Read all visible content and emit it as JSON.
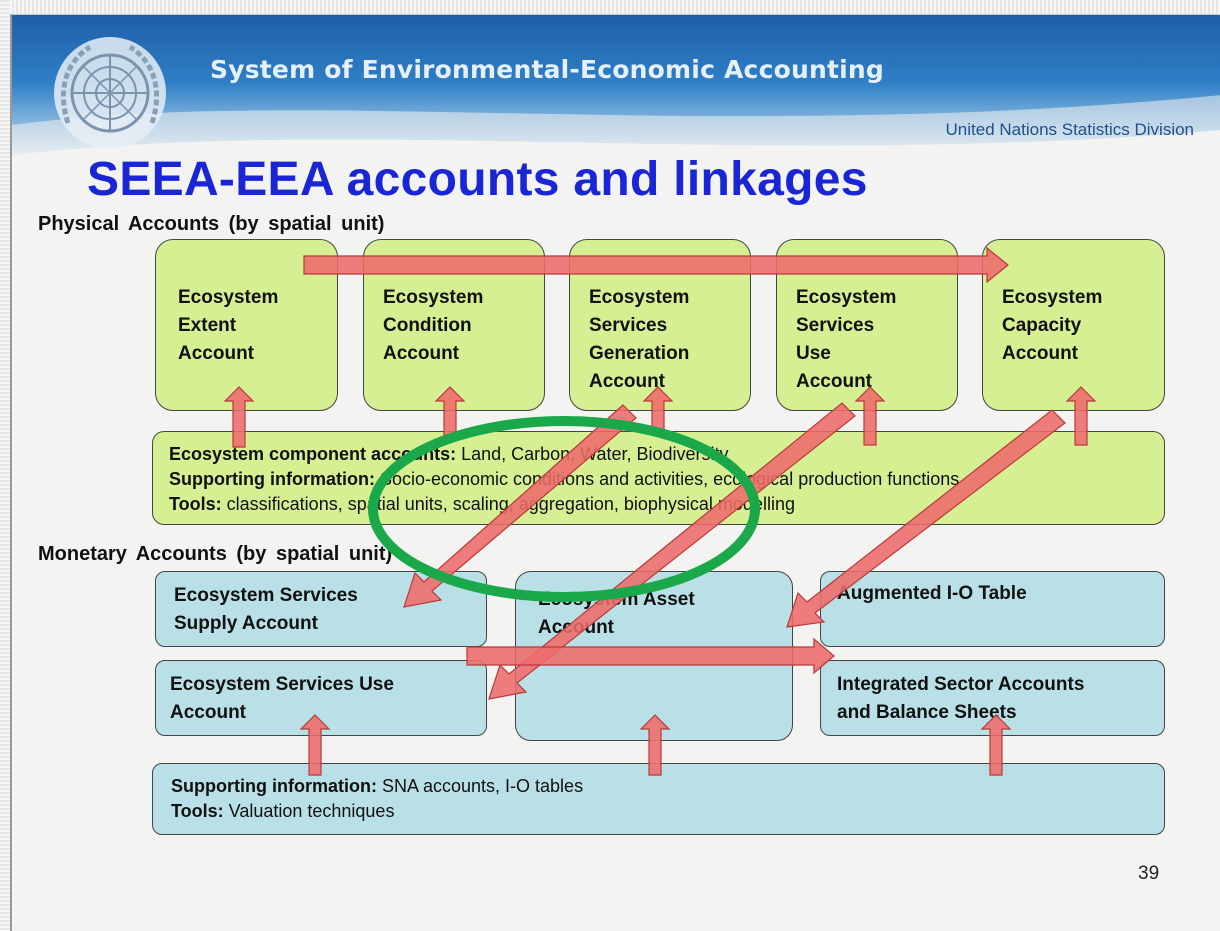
{
  "header": {
    "banner_title": "System of Environmental-Economic Accounting",
    "division": "United Nations Statistics Division",
    "logo_icon": "un-emblem-icon"
  },
  "slide": {
    "title": "SEEA-EEA accounts and linkages",
    "page_number": "39"
  },
  "physical": {
    "section_label": "Physical Accounts  (by spatial  unit)",
    "boxes": [
      "Ecosystem\nExtent\nAccount",
      "Ecosystem\nCondition\nAccount",
      "Ecosystem\nServices\nGeneration\nAccount",
      "Ecosystem\nServices\nUse\nAccount",
      "Ecosystem\nCapacity\nAccount"
    ],
    "info": [
      {
        "label": "Ecosystem component accounts:",
        "text": " Land, Carbon, Water, Biodiversity"
      },
      {
        "label": "Supporting information:",
        "text": " Socio-economic conditions and activities, ecological production functions"
      },
      {
        "label": "Tools:",
        "text": " classifications, spatial units, scaling, aggregation, biophysical modelling"
      }
    ]
  },
  "monetary": {
    "section_label": "Monetary  Accounts  (by spatial  unit)",
    "boxes": {
      "supply": "Ecosystem  Services\nSupply Account",
      "use": "Ecosystem  Services Use\nAccount",
      "asset": "Ecosystem  Asset\nAccount",
      "io_table": "Augmented I-O Table",
      "integrated": "Integrated Sector Accounts\nand Balance Sheets"
    },
    "info": [
      {
        "label": "Supporting information:",
        "text": "  SNA accounts, I-O tables"
      },
      {
        "label": "Tools:",
        "text": " Valuation  techniques"
      }
    ]
  },
  "colors": {
    "banner": "#2f7fc6",
    "title": "#1a25d6",
    "physical_box": "#d7ef93",
    "monetary_box": "#b9e0e6",
    "arrow": "#ee6b6b",
    "highlight_ellipse": "#1aa84a"
  }
}
